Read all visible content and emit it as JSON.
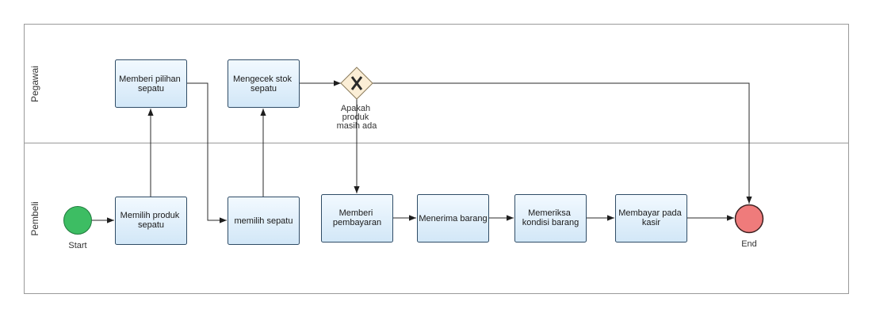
{
  "lanes": {
    "top": "Pegawai",
    "bottom": "Pembeli"
  },
  "tasks": {
    "memberi_pilihan": [
      "Memberi pilihan",
      "sepatu"
    ],
    "mengecek_stok": [
      "Mengecek stok",
      "sepatu"
    ],
    "memilih_produk": [
      "Memilih produk",
      "sepatu"
    ],
    "memilih_sepatu": [
      "memilih sepatu"
    ],
    "memberi_pembayaran": [
      "Memberi",
      "pembayaran"
    ],
    "menerima_barang": [
      "Menerima barang"
    ],
    "memeriksa_kondisi": [
      "Memeriksa",
      "kondisi barang"
    ],
    "membayar_kasir": [
      "Membayar pada",
      "kasir"
    ]
  },
  "gateway": {
    "label": [
      "Apakah",
      "produk",
      "masih ada"
    ]
  },
  "events": {
    "start": "Start",
    "end": "End"
  },
  "colors": {
    "task_fill_top": "#f2f9ff",
    "task_fill_bottom": "#d2e7f7",
    "task_stroke": "#2f4c66",
    "start_fill": "#3dbd63",
    "start_stroke": "#1f7a3c",
    "end_fill": "#ef7b7b",
    "end_stroke": "#3b2020",
    "gateway_fill": "#fbeed6",
    "gateway_stroke": "#8a7a5a",
    "connector": "#2a2a2a"
  }
}
